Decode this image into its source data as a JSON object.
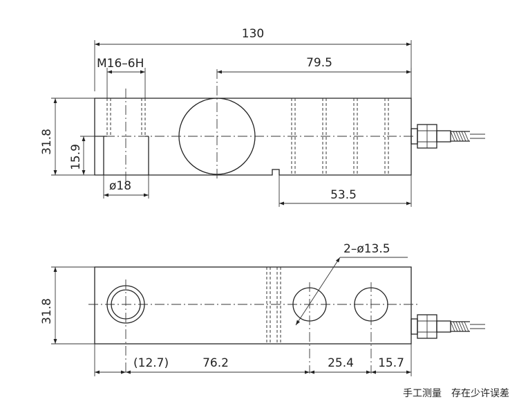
{
  "top_view": {
    "overall_length": "130",
    "thread_spec": "M16–6H",
    "hole_offset": "79.5",
    "height": "31.8",
    "half_height": "15.9",
    "bore_diameter": "ø18",
    "mount_spacing": "53.5"
  },
  "bottom_view": {
    "height": "31.8",
    "hole_callout": "2–ø13.5",
    "dim_first": "(12.7)",
    "dim_main": "76.2",
    "dim_hole_pitch": "25.4",
    "dim_end": "15.7"
  },
  "footnote": "手工测量　存在少许误差"
}
